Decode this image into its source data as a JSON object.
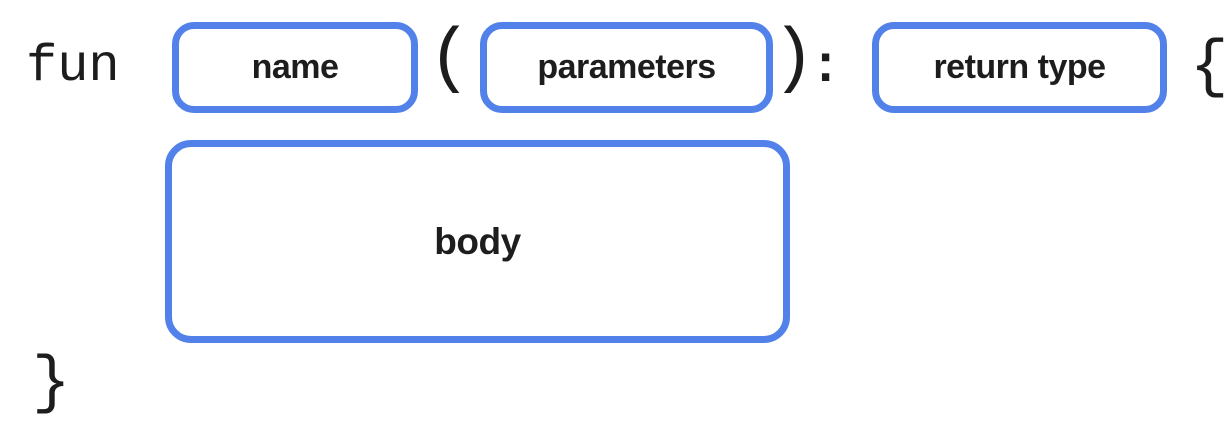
{
  "diagram": {
    "description": "function syntax diagram",
    "keyword": "fun",
    "open_paren": "(",
    "close_paren": ")",
    "colon": ":",
    "open_brace": "{",
    "close_brace": "}",
    "boxes": {
      "name": "name",
      "parameters": "parameters",
      "return_type": "return type",
      "body": "body"
    }
  },
  "colors": {
    "box_border": "#5282E9",
    "text": "#1d1d1d"
  }
}
